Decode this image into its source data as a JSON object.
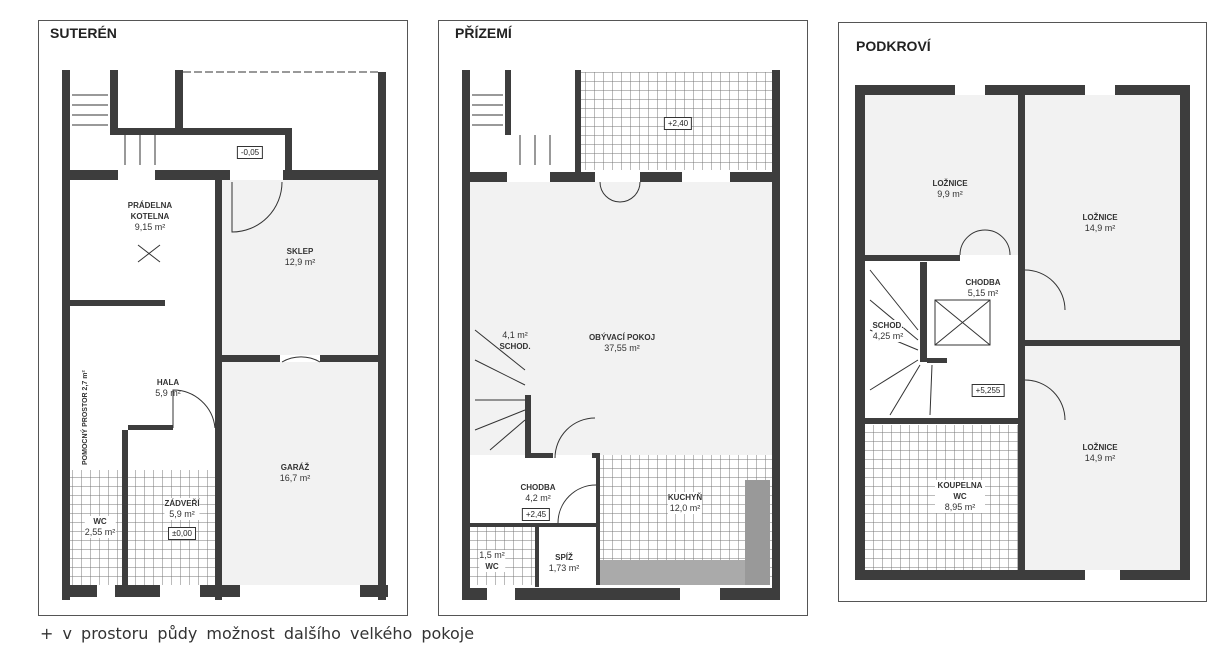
{
  "floors": [
    {
      "title": "SUTERÉN",
      "rooms": [
        {
          "name": "PRÁDELNA KOTELNA",
          "area": "9,15 m²"
        },
        {
          "name": "SKLEP",
          "area": "12,9 m²"
        },
        {
          "name": "HALA",
          "area": "5,9 m²"
        },
        {
          "name": "GARÁŽ",
          "area": "16,7 m²"
        },
        {
          "name": "ZÁDVEŘÍ",
          "area": "5,9 m²"
        },
        {
          "name": "WC",
          "area": "2,55 m²"
        },
        {
          "name": "POMOCNÝ PROSTOR",
          "area": "2,7 m²"
        }
      ],
      "levels": [
        "-0,05",
        "±0,00"
      ]
    },
    {
      "title": "PŘÍZEMÍ",
      "rooms": [
        {
          "name": "OBÝVACÍ POKOJ",
          "area": "37,55 m²"
        },
        {
          "name": "SCHOD.",
          "area": "4,1 m²"
        },
        {
          "name": "CHODBA",
          "area": "4,2 m²"
        },
        {
          "name": "KUCHYŇ",
          "area": "12,0 m²"
        },
        {
          "name": "SPÍŽ",
          "area": "1,73 m²"
        },
        {
          "name": "WC",
          "area": "1,5 m²"
        }
      ],
      "levels": [
        "+2,40",
        "+2,45"
      ]
    },
    {
      "title": "PODKROVÍ",
      "rooms": [
        {
          "name": "LOŽNICE",
          "area": "9,9 m²"
        },
        {
          "name": "LOŽNICE",
          "area": "14,9 m²"
        },
        {
          "name": "CHODBA",
          "area": "5,15 m²"
        },
        {
          "name": "SCHOD.",
          "area": "4,25 m²"
        },
        {
          "name": "LOŽNICE",
          "area": "14,9 m²"
        },
        {
          "name": "KOUPELNA WC",
          "area": "8,95 m²"
        }
      ],
      "levels": [
        "+5,255"
      ]
    }
  ],
  "caption": "+ v prostoru půdy možnost dalšího velkého pokoje",
  "colors": {
    "wall": "#3d3d3d",
    "floor_grey": "#efefef",
    "tile": "#777777"
  }
}
